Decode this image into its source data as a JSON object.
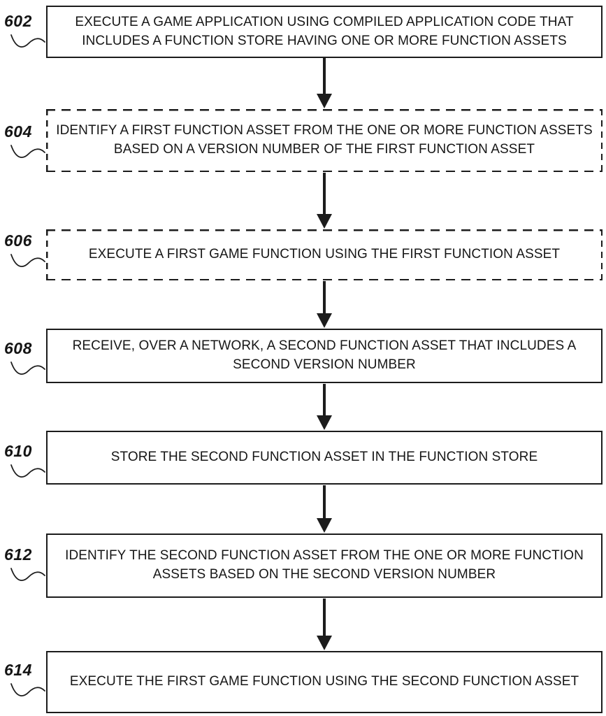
{
  "figure": {
    "type": "flowchart",
    "colors": {
      "ink": "#1c1c1c",
      "background": "#ffffff"
    },
    "steps": [
      {
        "ref": "602",
        "box_style": "solid",
        "text": "EXECUTE A GAME APPLICATION USING COMPILED APPLICATION CODE THAT\nINCLUDES A FUNCTION STORE HAVING ONE OR MORE FUNCTION ASSETS"
      },
      {
        "ref": "604",
        "box_style": "dashed",
        "text": "IDENTIFY A FIRST FUNCTION ASSET FROM THE ONE OR MORE FUNCTION ASSETS\nBASED ON A VERSION NUMBER OF THE FIRST FUNCTION ASSET"
      },
      {
        "ref": "606",
        "box_style": "dashed",
        "text": "EXECUTE A FIRST GAME FUNCTION USING THE FIRST FUNCTION ASSET"
      },
      {
        "ref": "608",
        "box_style": "solid",
        "text": "RECEIVE, OVER A NETWORK,  A SECOND FUNCTION ASSET THAT INCLUDES A\nSECOND VERSION NUMBER"
      },
      {
        "ref": "610",
        "box_style": "solid",
        "text": "STORE THE SECOND FUNCTION ASSET IN THE FUNCTION STORE"
      },
      {
        "ref": "612",
        "box_style": "solid",
        "text": "IDENTIFY THE SECOND FUNCTION ASSET FROM THE ONE OR MORE FUNCTION\nASSETS BASED ON THE SECOND VERSION NUMBER"
      },
      {
        "ref": "614",
        "box_style": "solid",
        "text": "EXECUTE THE FIRST GAME FUNCTION USING THE SECOND FUNCTION ASSET"
      }
    ]
  }
}
